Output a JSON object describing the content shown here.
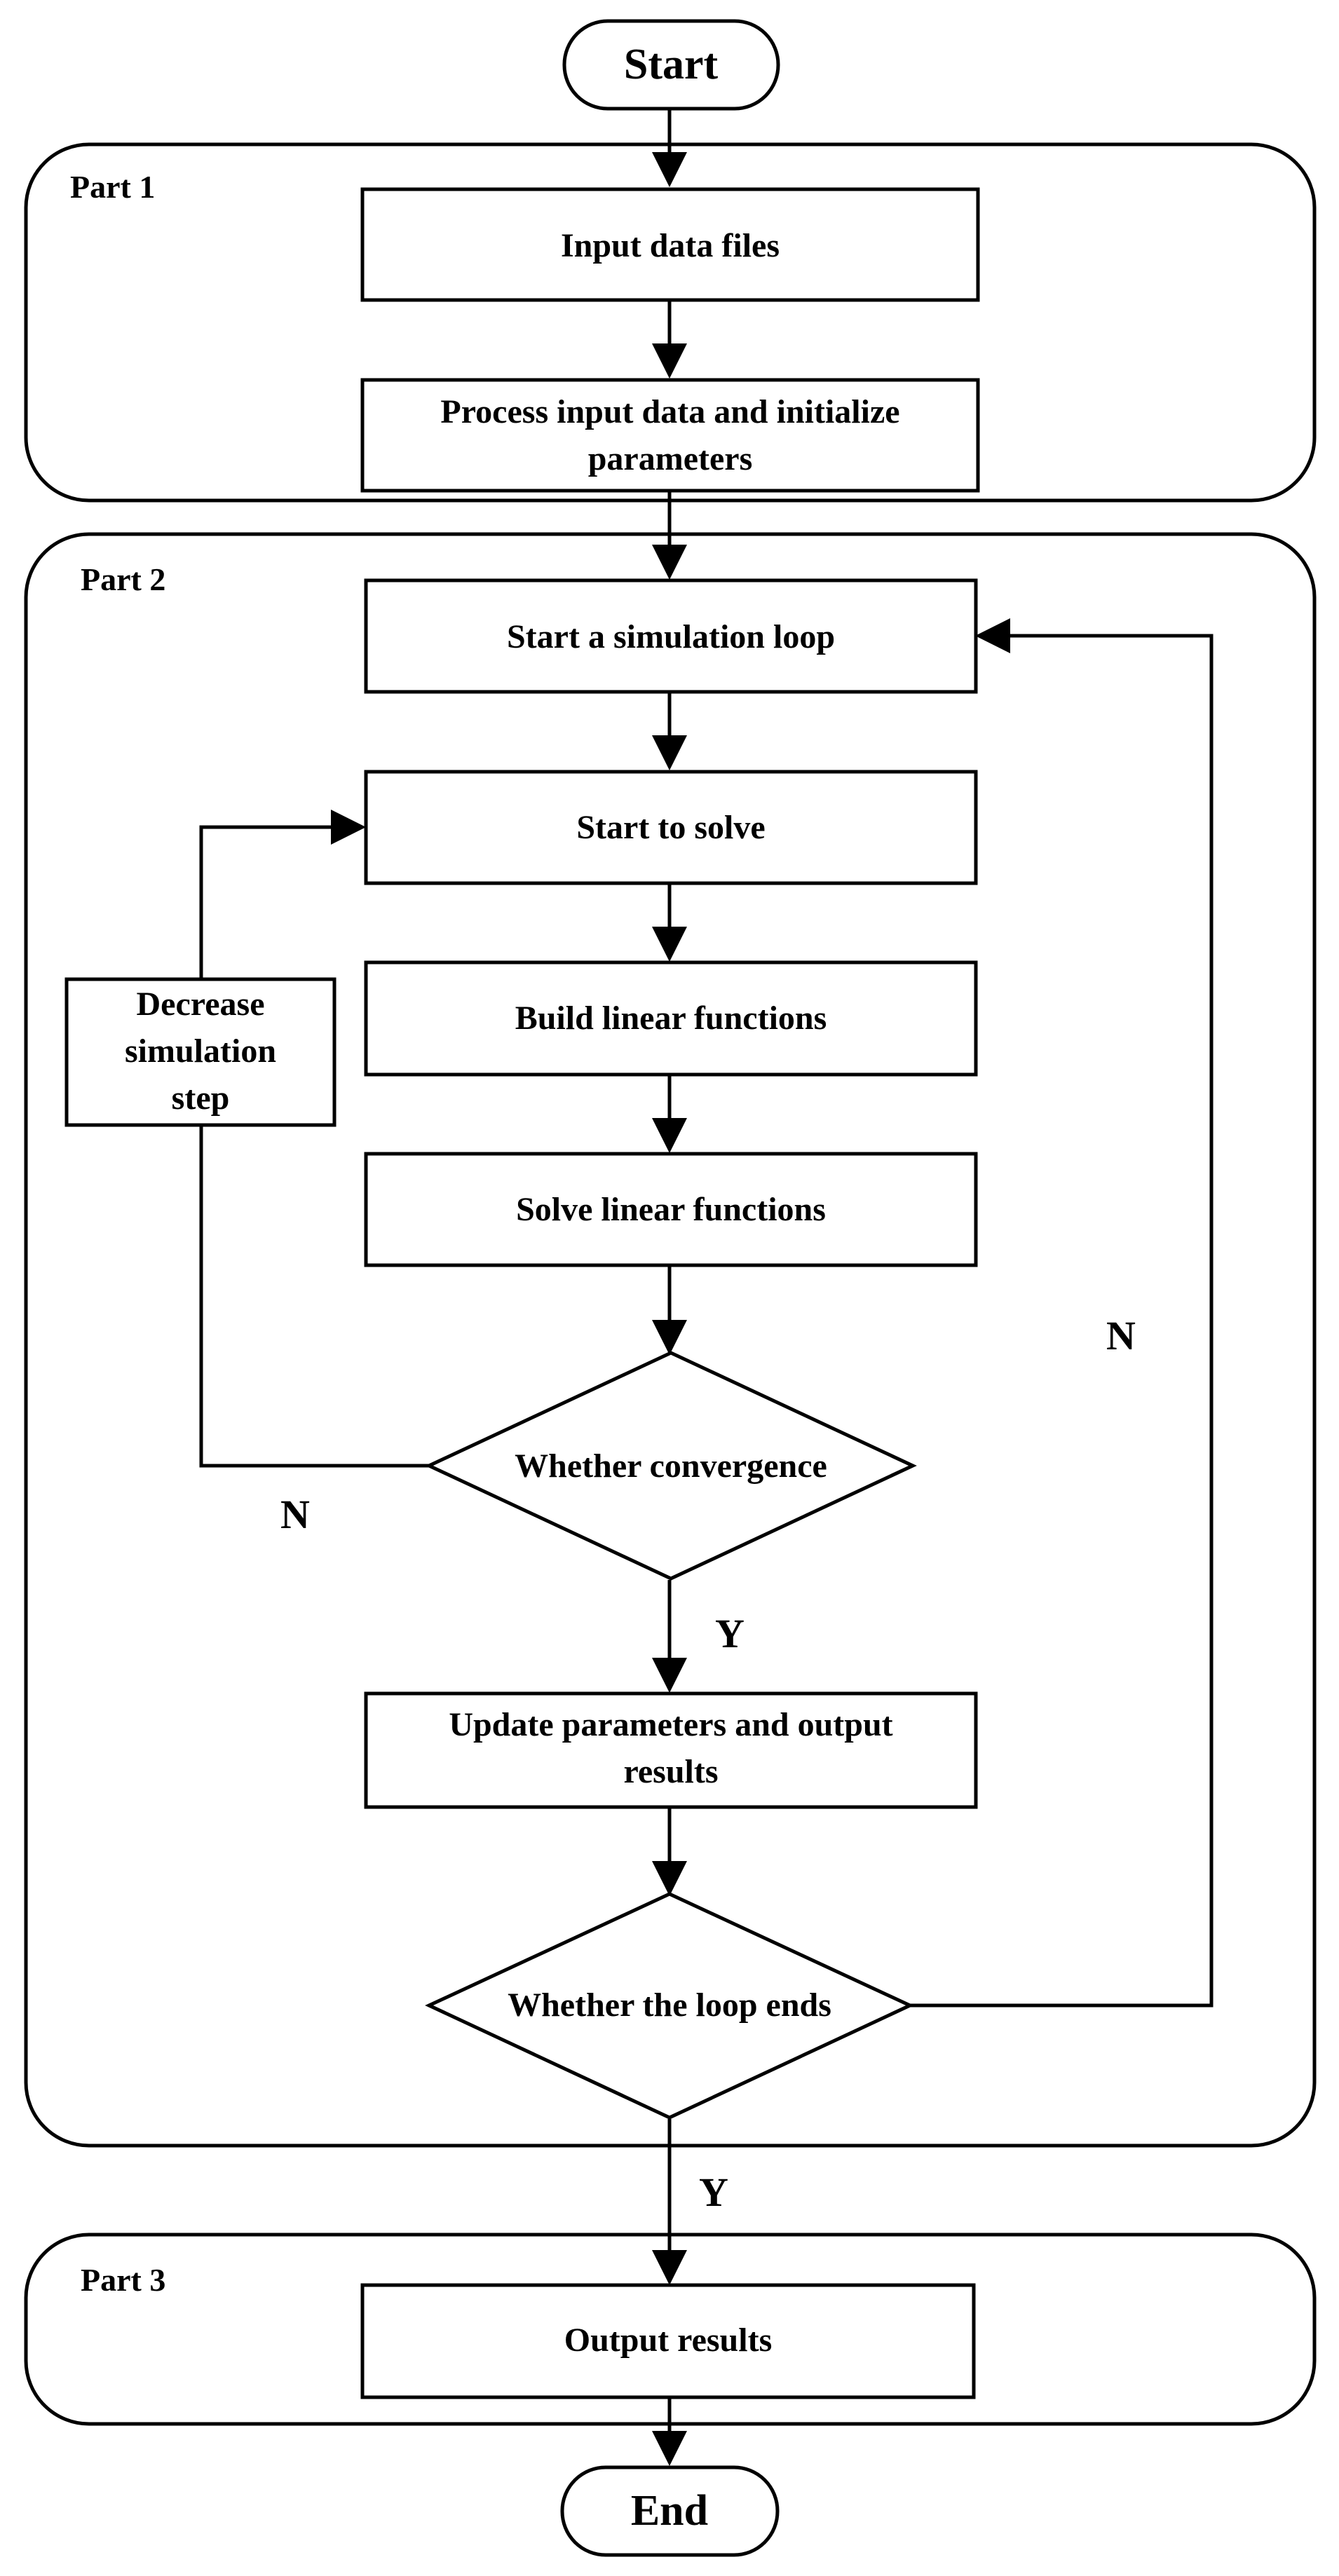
{
  "terminals": {
    "start": "Start",
    "end": "End"
  },
  "parts": {
    "part1": "Part 1",
    "part2": "Part 2",
    "part3": "Part 3"
  },
  "steps": {
    "input_data_files": "Input data files",
    "process_line1": "Process input data and initialize",
    "process_line2": "parameters",
    "start_loop": "Start a simulation loop",
    "start_solve": "Start to solve",
    "build_linear": "Build linear functions",
    "solve_linear": "Solve linear functions",
    "decrease_line1": "Decrease",
    "decrease_line2": "simulation",
    "decrease_line3": "step",
    "update_line1": "Update parameters and output",
    "update_line2": "results",
    "output_results": "Output results"
  },
  "decisions": {
    "convergence": "Whether convergence",
    "loop_ends": "Whether the loop ends"
  },
  "branch_labels": {
    "yes": "Y",
    "no": "N"
  }
}
